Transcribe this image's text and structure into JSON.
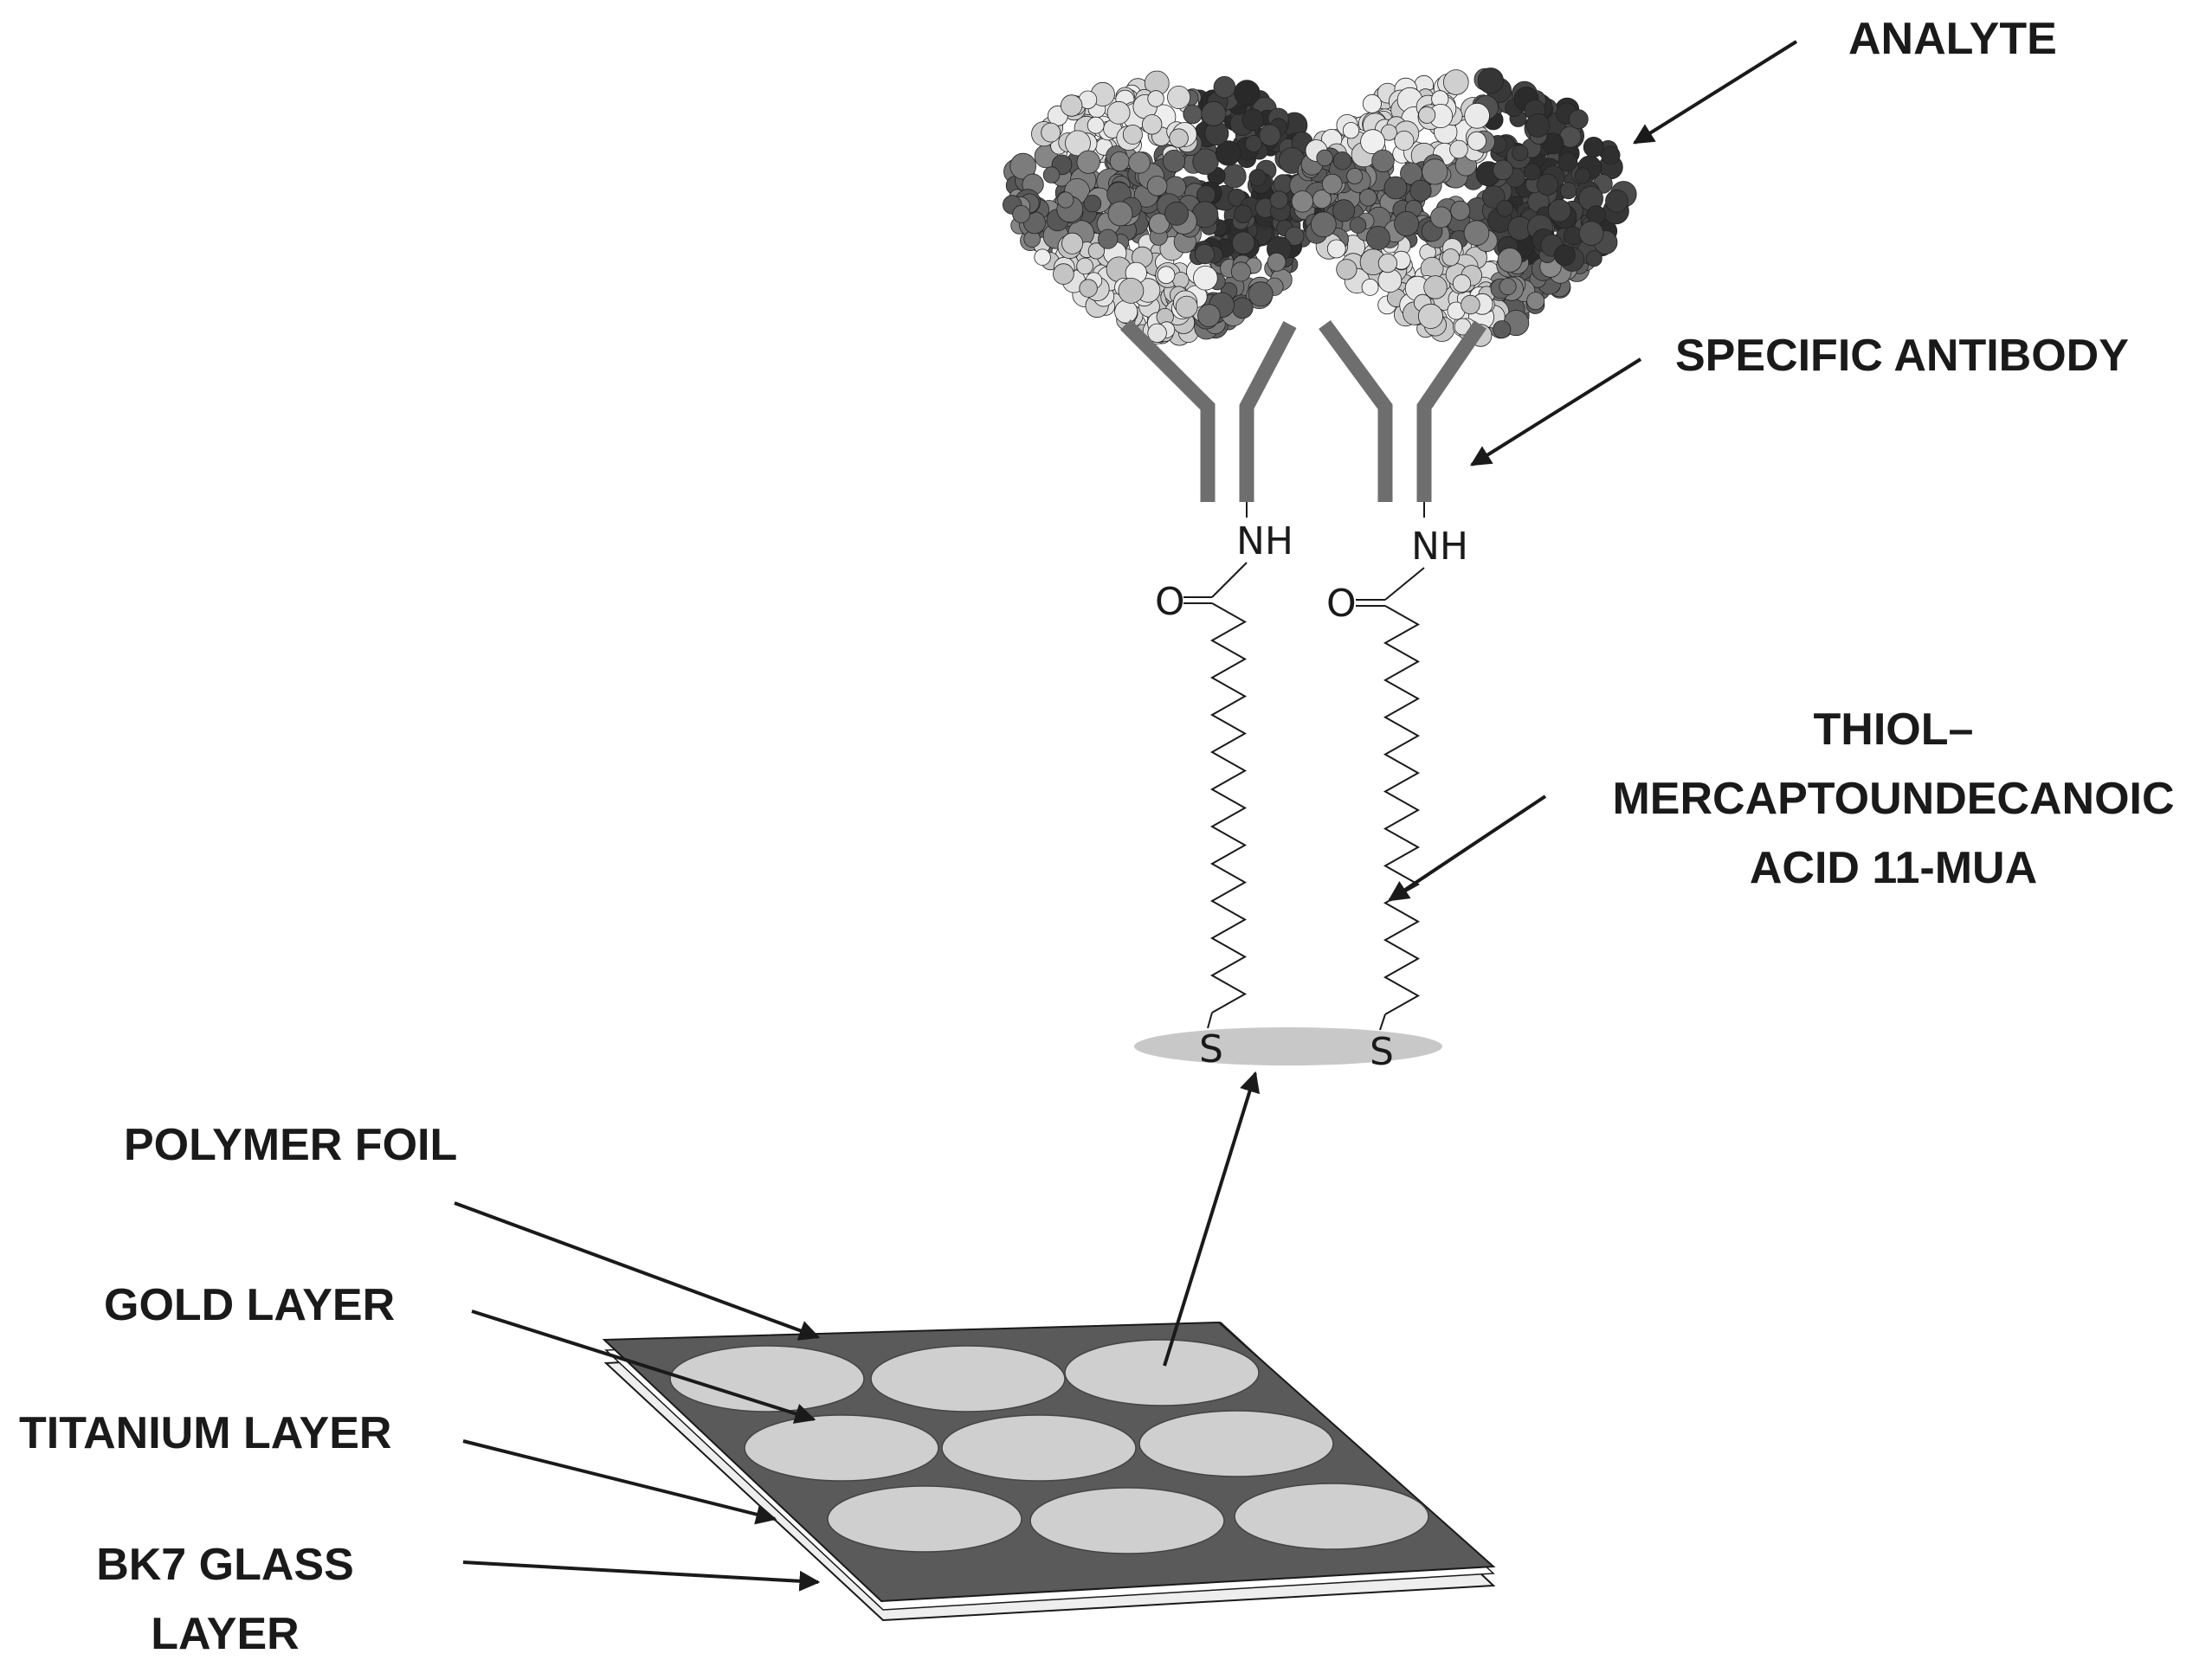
{
  "labels": {
    "analyte": "ANALYTE",
    "specific_antibody": "SPECIFIC ANTIBODY",
    "thiol_line1": "THIOL–",
    "thiol_line2": "MERCAPTOUNDECANOIC",
    "thiol_line3": "ACID 11-MUA",
    "polymer_foil": "POLYMER FOIL",
    "gold_layer": "GOLD LAYER",
    "titanium_layer": "TITANIUM LAYER",
    "bk7_line1": "BK7 GLASS",
    "bk7_line2": "LAYER"
  },
  "chemistry": {
    "amide_nh": "NH",
    "carbonyl_o": "O",
    "sulfur": "S"
  },
  "colors": {
    "ink": "#1a1a1a",
    "antibody": "#6e6e6e",
    "foil": "#5a5a5a",
    "spot": "#cfcfcf",
    "sulfur_pad": "#c8c8c8"
  }
}
